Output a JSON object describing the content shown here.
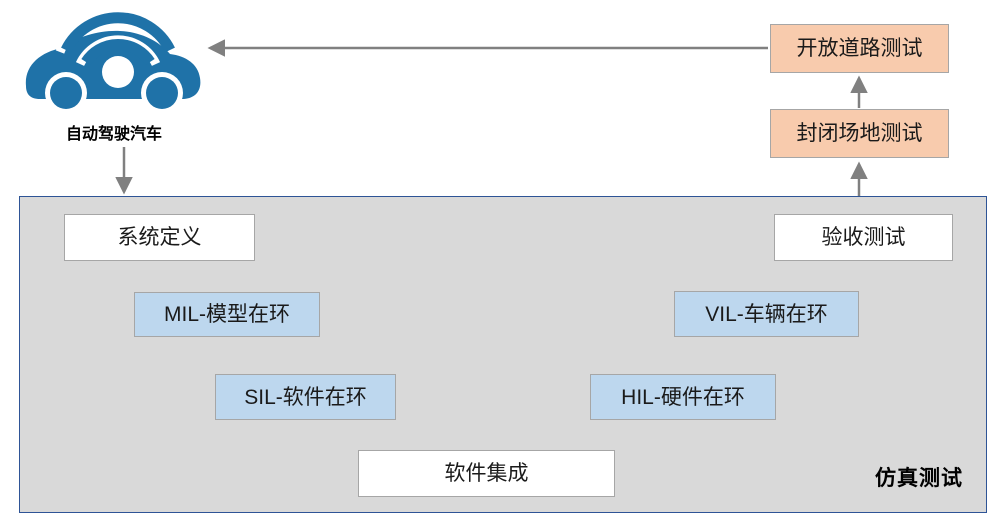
{
  "diagram": {
    "title_label": "自动驾驶汽车",
    "panel_label": "仿真测试",
    "colors": {
      "panel_fill": "#d9d9d9",
      "panel_border": "#2e5496",
      "blue_fill": "#bdd7ee",
      "orange_fill": "#f8cbad",
      "white_fill": "#ffffff",
      "box_border": "#a6a6a6",
      "connector_gray": "#808080",
      "car_blue": "#1f72a8"
    },
    "car_icon_name": "autonomous-car-icon",
    "v_model_left": [
      {
        "id": "system-definition",
        "label": "系统定义",
        "style": "white"
      },
      {
        "id": "mil",
        "label": "MIL-模型在环",
        "style": "blue"
      },
      {
        "id": "sil",
        "label": "SIL-软件在环",
        "style": "blue"
      }
    ],
    "v_model_bottom": [
      {
        "id": "software-integration",
        "label": "软件集成",
        "style": "white"
      }
    ],
    "v_model_right": [
      {
        "id": "hil",
        "label": "HIL-硬件在环",
        "style": "blue"
      },
      {
        "id": "vil",
        "label": "VIL-车辆在环",
        "style": "blue"
      },
      {
        "id": "acceptance-test",
        "label": "验收测试",
        "style": "white"
      }
    ],
    "road_tests": [
      {
        "id": "closed-field-test",
        "label": "封闭场地测试",
        "style": "orange"
      },
      {
        "id": "open-road-test",
        "label": "开放道路测试",
        "style": "orange"
      }
    ],
    "flow_arrows": [
      {
        "from": "open-road-test",
        "to": "autonomous-car",
        "direction": "left"
      },
      {
        "from": "closed-field-test",
        "to": "open-road-test",
        "direction": "up"
      },
      {
        "from": "simulation-panel",
        "to": "closed-field-test",
        "direction": "up"
      },
      {
        "from": "autonomous-car",
        "to": "simulation-panel",
        "direction": "down"
      }
    ]
  }
}
